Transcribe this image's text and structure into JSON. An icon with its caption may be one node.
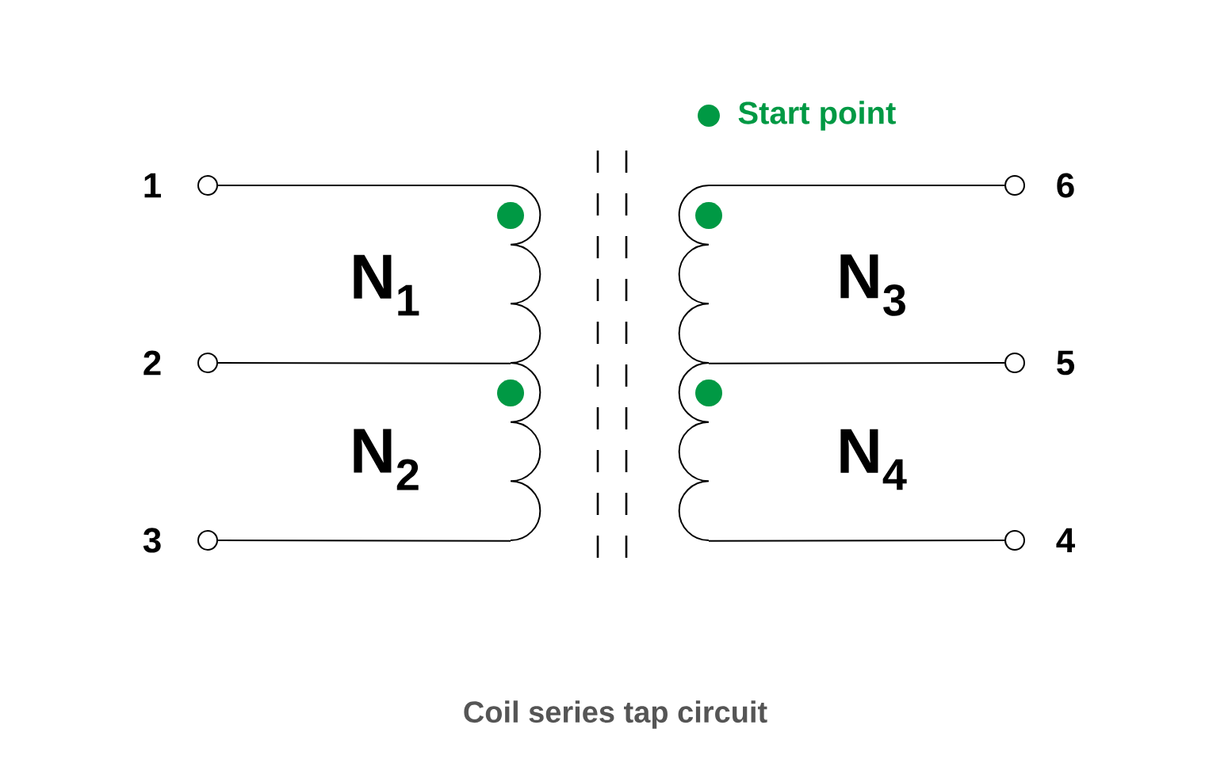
{
  "diagram": {
    "caption": "Coil series tap circuit",
    "nodes": [
      {
        "text": [],
        "shape": "circle",
        "beside": [
          "1"
        ]
      },
      {
        "text": [],
        "shape": "circle",
        "beside": [
          "2"
        ]
      },
      {
        "text": [],
        "shape": "circle",
        "beside": [
          "3"
        ]
      },
      {
        "text": [],
        "shape": "coil",
        "beside": [
          "N$_{1}$"
        ]
      },
      {
        "text": [],
        "shape": "coil",
        "beside": [
          "N$_{2}$"
        ]
      },
      {
        "text": [],
        "shape": "coil",
        "beside": [
          "N$_{3}$"
        ]
      },
      {
        "text": [],
        "shape": "coil",
        "beside": [
          "N$_{4}$"
        ]
      },
      {
        "text": [],
        "shape": "circle",
        "beside": [
          "6"
        ]
      },
      {
        "text": [],
        "shape": "circle",
        "beside": [
          "5"
        ]
      },
      {
        "text": [],
        "shape": "circle",
        "beside": [
          "4"
        ]
      }
    ],
    "edges": [
      {
        "from": 0,
        "to": 3,
        "arrow": "none"
      },
      {
        "from": 1,
        "to": 3,
        "arrow": "none"
      },
      {
        "from": 1,
        "to": 4,
        "arrow": "none"
      },
      {
        "from": 2,
        "to": 4,
        "arrow": "none"
      },
      {
        "from": 7,
        "to": 5,
        "arrow": "none"
      },
      {
        "from": 8,
        "to": 5,
        "arrow": "none"
      },
      {
        "from": 8,
        "to": 6,
        "arrow": "none"
      },
      {
        "from": 9,
        "to": 6,
        "arrow": "none"
      }
    ],
    "legend": [
      {
        "text": "Start point",
        "color": "#009944"
      }
    ]
  }
}
